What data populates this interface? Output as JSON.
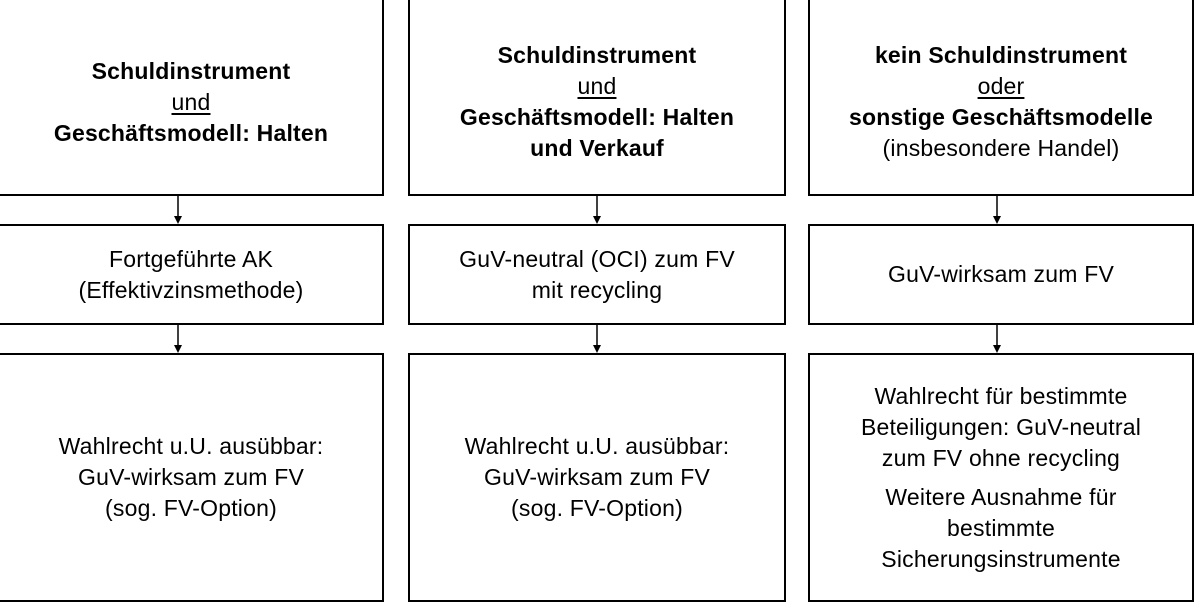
{
  "columns": [
    {
      "header": [
        "Schuldinstrument",
        "und",
        "Geschäftsmodell: Halten"
      ],
      "measurement": [
        "Fortgeführte AK",
        "(Effektivzinsmethode)"
      ],
      "option": [
        "Wahlrecht u.U. ausübbar:",
        "GuV-wirksam zum FV",
        "(sog. FV-Option)"
      ]
    },
    {
      "header": [
        "Schuldinstrument",
        "und",
        "Geschäftsmodell: Halten",
        "und Verkauf"
      ],
      "measurement": [
        "GuV-neutral (OCI) zum FV",
        "mit recycling"
      ],
      "option": [
        "Wahlrecht u.U. ausübbar:",
        "GuV-wirksam zum FV",
        "(sog. FV-Option)"
      ]
    },
    {
      "header": [
        "kein Schuldinstrument",
        "oder",
        "sonstige Geschäftsmodelle",
        "(insbesondere Handel)"
      ],
      "measurement": [
        "GuV-wirksam zum FV"
      ],
      "option": [
        "Wahlrecht für bestimmte",
        "Beteiligungen: GuV-neutral",
        "zum FV ohne recycling"
      ],
      "option_extra": [
        "Weitere Ausnahme für",
        "bestimmte",
        "Sicherungsinstrumente"
      ]
    }
  ]
}
